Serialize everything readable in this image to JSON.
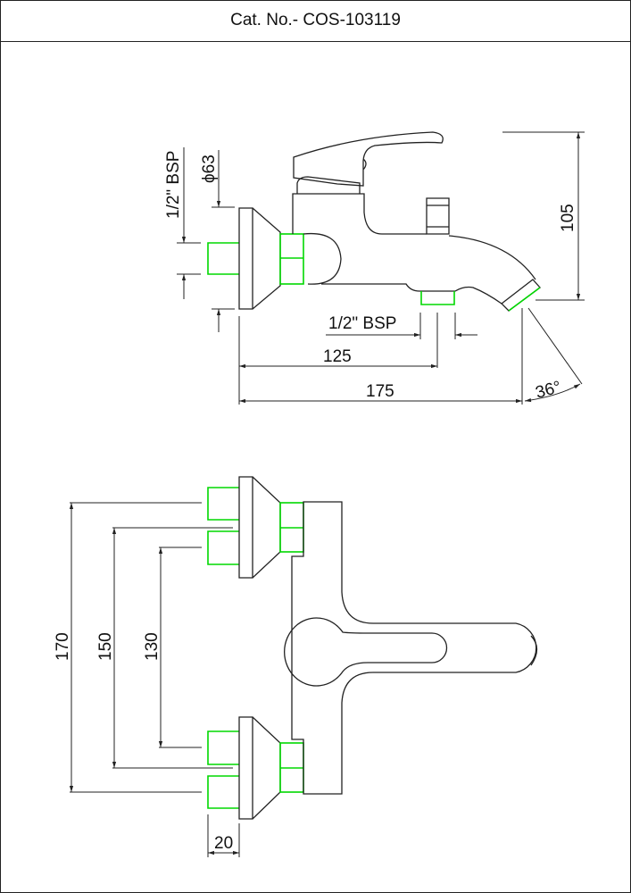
{
  "header": {
    "title": "Cat. No.- COS-103119"
  },
  "side_view": {
    "inlet_thread_label": "1/2\" BSP",
    "flange_diameter_label": "ϕ63",
    "height_label": "105",
    "outlet_thread_label": "1/2\" BSP",
    "outlet_distance_label": "125",
    "total_length_label": "175",
    "spout_angle_label": "36°"
  },
  "top_view": {
    "max_centers_label": "170",
    "nominal_centers_label": "150",
    "min_centers_label": "130",
    "inlet_length_label": "20"
  },
  "colors": {
    "lines": "#222222",
    "thread": "#00d800"
  }
}
